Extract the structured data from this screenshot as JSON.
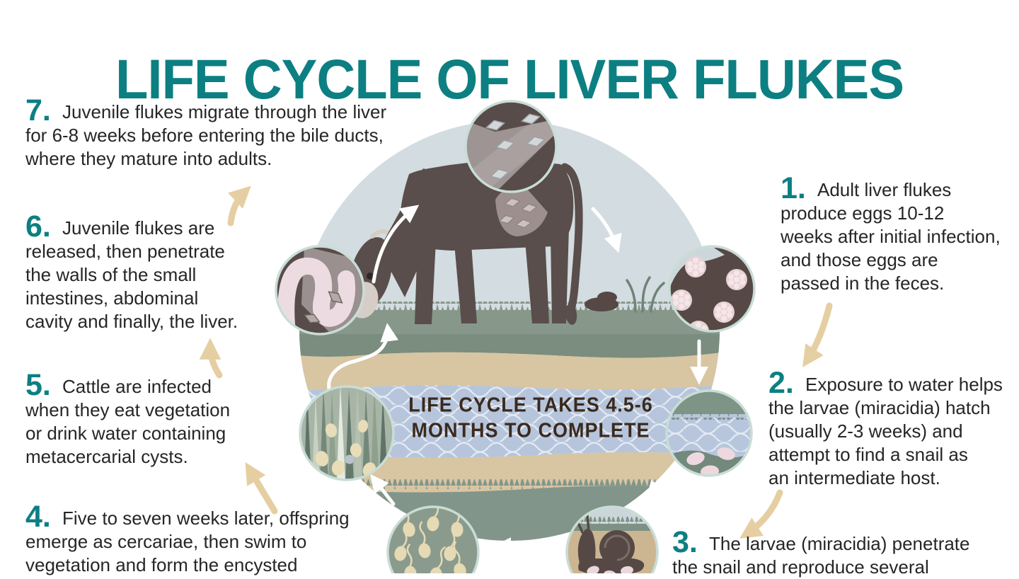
{
  "title": "LIFE CYCLE OF LIVER FLUKES",
  "center_caption": "LIFE CYCLE TAKES 4.5-6\nMONTHS TO COMPLETE",
  "steps": [
    {
      "num": "1.",
      "text": "Adult liver flukes\nproduce eggs 10-12\nweeks after initial infection,\nand those eggs are\npassed in the feces."
    },
    {
      "num": "2.",
      "text": "Exposure to water helps\nthe larvae (miracidia) hatch\n(usually 2-3 weeks) and\nattempt to find a snail as\nan intermediate host."
    },
    {
      "num": "3.",
      "text": "The larvae (miracidia) penetrate\nthe snail and reproduce several"
    },
    {
      "num": "4.",
      "text": "Five to seven weeks later, offspring\nemerge as cercariae, then swim to\nvegetation and form the encysted"
    },
    {
      "num": "5.",
      "text": "Cattle are infected\nwhen they eat vegetation\nor drink water containing\nmetacercarial cysts."
    },
    {
      "num": "6.",
      "text": "Juvenile flukes are\nreleased, then penetrate\nthe walls of the small\nintestines, abdominal\ncavity and finally, the liver."
    },
    {
      "num": "7.",
      "text": "Juvenile flukes migrate through the liver\nfor 6-8 weeks before entering the bile ducts,\nwhere they mature into adults."
    }
  ],
  "colors": {
    "teal_accent": "#0c7f82",
    "body_text": "#262626",
    "tan_arrow": "#e5cfa2",
    "caption_brown": "#3b2a1e",
    "circle_sky": "#d3dce0",
    "cow_brown": "#594e4b",
    "water_blue": "#b6c5db",
    "sand_tan": "#d8c5a2",
    "grass_green": "#87988b"
  },
  "illustrations": [
    "cow-grazing-illustration",
    "liver-flukes-closeup",
    "feces-eggs-closeup",
    "miracidia-water-closeup",
    "snail-closeup",
    "cercariae-closeup",
    "vegetation-cysts-closeup",
    "intestine-flukes-closeup"
  ]
}
